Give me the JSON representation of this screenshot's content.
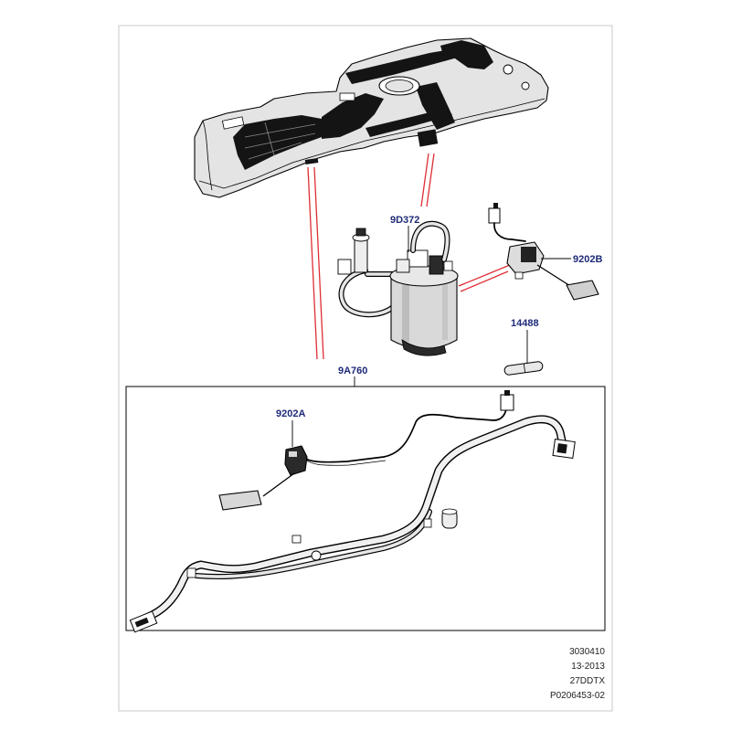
{
  "callouts": {
    "pump": "9D372",
    "sender_upper": "9202B",
    "rod": "14488",
    "harness": "9A760",
    "sender_lower": "9202A"
  },
  "footer": {
    "line1": "3030410",
    "line2": "13-2013",
    "line3": "27DDTX",
    "line4": "P0206453-02"
  },
  "colors": {
    "callout": "#1e2a78",
    "red_leader": "#de2f35",
    "frame": "#c8c8c8",
    "part_fill": "#e4e4e4",
    "dark_part": "#141414"
  }
}
